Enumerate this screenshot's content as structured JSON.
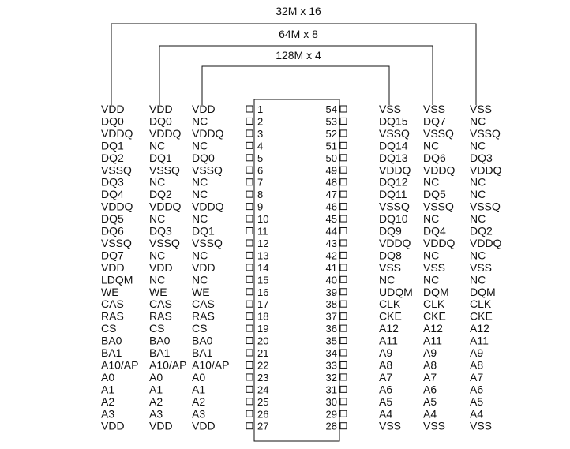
{
  "configs": [
    {
      "label": "32M x 16",
      "left": [
        "VDD",
        "DQ0",
        "VDDQ",
        "DQ1",
        "DQ2",
        "VSSQ",
        "DQ3",
        "DQ4",
        "VDDQ",
        "DQ5",
        "DQ6",
        "VSSQ",
        "DQ7",
        "VDD",
        "LDQM",
        "WE",
        "CAS",
        "RAS",
        "CS",
        "BA0",
        "BA1",
        "A10/AP",
        "A0",
        "A1",
        "A2",
        "A3",
        "VDD"
      ],
      "right": [
        "VSS",
        "DQ15",
        "VSSQ",
        "DQ14",
        "DQ13",
        "VDDQ",
        "DQ12",
        "DQ11",
        "VSSQ",
        "DQ10",
        "DQ9",
        "VDDQ",
        "DQ8",
        "VSS",
        "NC",
        "UDQM",
        "CLK",
        "CKE",
        "A12",
        "A11",
        "A9",
        "A8",
        "A7",
        "A6",
        "A5",
        "A4",
        "VSS"
      ]
    },
    {
      "label": "64M x 8",
      "left": [
        "VDD",
        "DQ0",
        "VDDQ",
        "NC",
        "DQ1",
        "VSSQ",
        "NC",
        "DQ2",
        "VDDQ",
        "NC",
        "DQ3",
        "VSSQ",
        "NC",
        "VDD",
        "NC",
        "WE",
        "CAS",
        "RAS",
        "CS",
        "BA0",
        "BA1",
        "A10/AP",
        "A0",
        "A1",
        "A2",
        "A3",
        "VDD"
      ],
      "right": [
        "VSS",
        "DQ7",
        "VSSQ",
        "NC",
        "DQ6",
        "VDDQ",
        "NC",
        "DQ5",
        "VSSQ",
        "NC",
        "DQ4",
        "VDDQ",
        "NC",
        "VSS",
        "NC",
        "DQM",
        "CLK",
        "CKE",
        "A12",
        "A11",
        "A9",
        "A8",
        "A7",
        "A6",
        "A5",
        "A4",
        "VSS"
      ]
    },
    {
      "label": "128M x 4",
      "left": [
        "VDD",
        "NC",
        "VDDQ",
        "NC",
        "DQ0",
        "VSSQ",
        "NC",
        "NC",
        "VDDQ",
        "NC",
        "DQ1",
        "VSSQ",
        "NC",
        "VDD",
        "NC",
        "WE",
        "CAS",
        "RAS",
        "CS",
        "BA0",
        "BA1",
        "A10/AP",
        "A0",
        "A1",
        "A2",
        "A3",
        "VDD"
      ],
      "right": [
        "VSS",
        "NC",
        "VSSQ",
        "NC",
        "DQ3",
        "VDDQ",
        "NC",
        "NC",
        "VSSQ",
        "NC",
        "DQ2",
        "VDDQ",
        "NC",
        "VSS",
        "NC",
        "DQM",
        "CLK",
        "CKE",
        "A12",
        "A11",
        "A9",
        "A8",
        "A7",
        "A6",
        "A5",
        "A4",
        "VSS"
      ]
    }
  ],
  "pins_left": [
    "1",
    "2",
    "3",
    "4",
    "5",
    "6",
    "7",
    "8",
    "9",
    "10",
    "11",
    "12",
    "13",
    "14",
    "15",
    "16",
    "17",
    "18",
    "19",
    "20",
    "21",
    "22",
    "23",
    "24",
    "25",
    "26",
    "27"
  ],
  "pins_right": [
    "54",
    "53",
    "52",
    "51",
    "50",
    "49",
    "48",
    "47",
    "46",
    "45",
    "44",
    "43",
    "42",
    "41",
    "40",
    "39",
    "38",
    "37",
    "36",
    "35",
    "34",
    "33",
    "32",
    "31",
    "30",
    "29",
    "28"
  ]
}
